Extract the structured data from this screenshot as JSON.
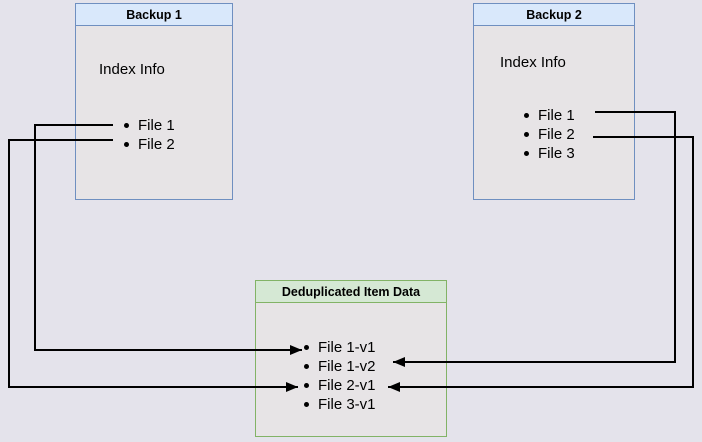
{
  "diagram": {
    "backup1": {
      "title": "Backup 1",
      "index_label": "Index Info",
      "files": [
        "File 1",
        "File 2"
      ]
    },
    "backup2": {
      "title": "Backup 2",
      "index_label": "Index Info",
      "files": [
        "File 1",
        "File 2",
        "File 3"
      ]
    },
    "dedup": {
      "title": "Deduplicated Item Data",
      "items": [
        "File 1-v1",
        "File 1-v2",
        "File 2-v1",
        "File 3-v1"
      ]
    },
    "connections": [
      {
        "from": "Backup 1 / File 1",
        "to": "File 1-v1"
      },
      {
        "from": "Backup 1 / File 2",
        "to": "File 2-v1"
      },
      {
        "from": "Backup 2 / File 1",
        "to": "File 1-v2"
      },
      {
        "from": "Backup 2 / File 2",
        "to": "File 2-v1"
      }
    ],
    "colors": {
      "background": "#e4e3eb",
      "blue_fill": "#d9e8fb",
      "blue_stroke": "#6f8fc0",
      "green_fill": "#d5e8d4",
      "green_stroke": "#82b366",
      "arrow": "#000000"
    }
  }
}
